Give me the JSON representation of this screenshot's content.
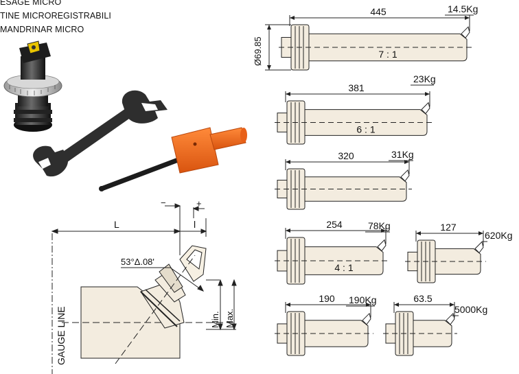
{
  "captions": [
    "ESAGE MICRO",
    "TINE MICROREGISTRABILI",
    "MANDRINAR MICRO"
  ],
  "colors": {
    "shank_fill": "#f3ecdf",
    "wrench": "#333333",
    "key_handle": "#f26a1b",
    "line": "#222222"
  },
  "diagram": {
    "minus_label": "−",
    "plus_label": "+",
    "L_label": "L",
    "l_label": "l",
    "angle_label": "53°Δ.08'",
    "min_label": "Min.",
    "max_label": "Max.",
    "gauge_label": "GAUGE LINE"
  },
  "boring_bars": [
    {
      "length": "445",
      "weight": "14.5Kg",
      "ratio": "7 : 1",
      "diameter": "Ø69.85"
    },
    {
      "length": "381",
      "weight": "23Kg",
      "ratio": "6 : 1"
    },
    {
      "length": "320",
      "weight": "31Kg"
    },
    {
      "length": "254",
      "weight": "78Kg",
      "ratio": "4 : 1"
    },
    {
      "length": "127",
      "weight": "620Kg"
    },
    {
      "length": "190",
      "weight": "190Kg"
    },
    {
      "length": "63.5",
      "weight": "5000Kg"
    }
  ]
}
